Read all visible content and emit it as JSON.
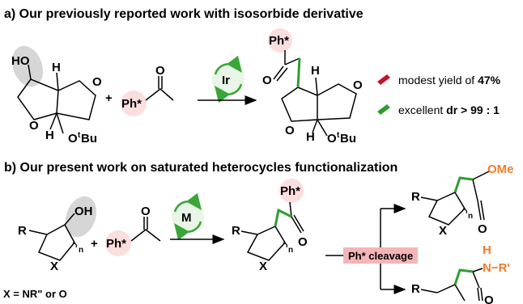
{
  "section_a": {
    "title": "a) Our previously reported work with isosorbide derivative",
    "catalyst": "Ir",
    "plus": "+",
    "reagent_label": "Ph*",
    "reagent_o": "O",
    "sm_atoms": {
      "ho": "HO",
      "h": "H",
      "o": "O",
      "otbu_o": "O",
      "otbu_t": "t",
      "otbu_bu": "Bu"
    },
    "product_atoms": {
      "ph": "Ph*",
      "o": "O",
      "h": "H",
      "ring_o": "O",
      "otbu_o": "O",
      "otbu_t": "t",
      "otbu_bu": "Bu"
    },
    "legend": [
      {
        "text_pre": "modest yield of ",
        "text_bold": "47%",
        "color": "#c0152f"
      },
      {
        "text_pre": "excellent ",
        "text_bold": "dr > 99 : 1",
        "color": "#2e9c2e"
      }
    ]
  },
  "section_b": {
    "title": "b) Our present work on saturated heterocycles functionalization",
    "catalyst": "M",
    "plus": "+",
    "reagent_label": "Ph*",
    "reagent_o": "O",
    "note": "X = NR\" or O",
    "sm_atoms": {
      "r": "R",
      "oh": "OH",
      "x": "X",
      "n": "n"
    },
    "product_atoms": {
      "r": "R",
      "ph": "Ph*",
      "o": "O",
      "x": "X",
      "n": "n"
    },
    "cleavage_label": "Ph* cleavage",
    "ester": {
      "r": "R",
      "ome": "OMe",
      "o": "O",
      "x": "X",
      "n": "n"
    },
    "amide": {
      "r": "R",
      "h": "H",
      "n_r": "N−R'",
      "o": "O"
    }
  },
  "colors": {
    "green_bond": "#2f9e2f",
    "catalyst_arrow": "#3aa63a",
    "catalyst_fill": "#e9f6e7",
    "highlight_grey": "#d6d6d6",
    "ph_circle": "#fbdede",
    "cleavage_box": "#f5b5b8",
    "orange_group": "#f07c2c"
  }
}
